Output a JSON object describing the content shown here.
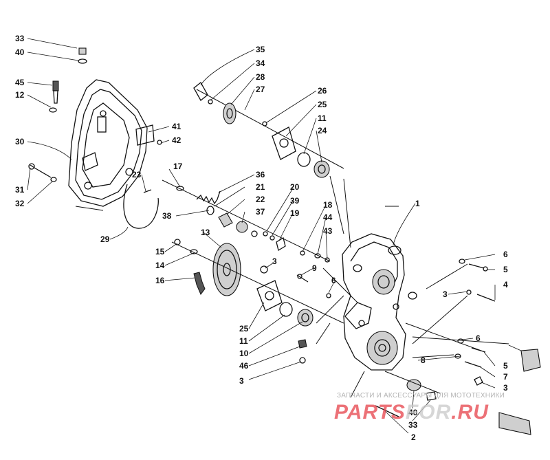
{
  "diagram": {
    "callouts": [
      {
        "id": "c33a",
        "label": "33"
      },
      {
        "id": "c40a",
        "label": "40"
      },
      {
        "id": "c45",
        "label": "45"
      },
      {
        "id": "c12",
        "label": "12"
      },
      {
        "id": "c30",
        "label": "30"
      },
      {
        "id": "c31",
        "label": "31"
      },
      {
        "id": "c32",
        "label": "32"
      },
      {
        "id": "c41",
        "label": "41"
      },
      {
        "id": "c42",
        "label": "42"
      },
      {
        "id": "c23",
        "label": "23"
      },
      {
        "id": "c29",
        "label": "29"
      },
      {
        "id": "c17",
        "label": "17"
      },
      {
        "id": "c36",
        "label": "36"
      },
      {
        "id": "c21",
        "label": "21"
      },
      {
        "id": "c22",
        "label": "22"
      },
      {
        "id": "c37",
        "label": "37"
      },
      {
        "id": "c38",
        "label": "38"
      },
      {
        "id": "c20",
        "label": "20"
      },
      {
        "id": "c39",
        "label": "39"
      },
      {
        "id": "c19",
        "label": "19"
      },
      {
        "id": "c18",
        "label": "18"
      },
      {
        "id": "c44",
        "label": "44"
      },
      {
        "id": "c43",
        "label": "43"
      },
      {
        "id": "c35",
        "label": "35"
      },
      {
        "id": "c34",
        "label": "34"
      },
      {
        "id": "c28",
        "label": "28"
      },
      {
        "id": "c27",
        "label": "27"
      },
      {
        "id": "c26",
        "label": "26"
      },
      {
        "id": "c25a",
        "label": "25"
      },
      {
        "id": "c11a",
        "label": "11"
      },
      {
        "id": "c24",
        "label": "24"
      },
      {
        "id": "c1",
        "label": "1"
      },
      {
        "id": "c13",
        "label": "13"
      },
      {
        "id": "c15",
        "label": "15"
      },
      {
        "id": "c14",
        "label": "14"
      },
      {
        "id": "c16",
        "label": "16"
      },
      {
        "id": "c3a",
        "label": "3"
      },
      {
        "id": "c9",
        "label": "9"
      },
      {
        "id": "c6a",
        "label": "6"
      },
      {
        "id": "c25b",
        "label": "25"
      },
      {
        "id": "c11b",
        "label": "11"
      },
      {
        "id": "c10",
        "label": "10"
      },
      {
        "id": "c46",
        "label": "46"
      },
      {
        "id": "c3b",
        "label": "3"
      },
      {
        "id": "c6b",
        "label": "6"
      },
      {
        "id": "c5a",
        "label": "5"
      },
      {
        "id": "c3c",
        "label": "3"
      },
      {
        "id": "c4",
        "label": "4"
      },
      {
        "id": "c6c",
        "label": "6"
      },
      {
        "id": "c8",
        "label": "8"
      },
      {
        "id": "c5b",
        "label": "5"
      },
      {
        "id": "c7",
        "label": "7"
      },
      {
        "id": "c3d",
        "label": "3"
      },
      {
        "id": "c40b",
        "label": "40"
      },
      {
        "id": "c33b",
        "label": "33"
      },
      {
        "id": "c2",
        "label": "2"
      }
    ]
  },
  "watermark": {
    "caption": "ЗАПЧАСТИ И АКСЕССУАРЫ ДЛЯ МОТОТЕХНИКИ",
    "logo_part_a": "PARTS",
    "logo_part_b": "FOR",
    "logo_part_c": ".RU",
    "colors": {
      "accent": "#e6424a",
      "muted": "#c9c9c9"
    }
  }
}
